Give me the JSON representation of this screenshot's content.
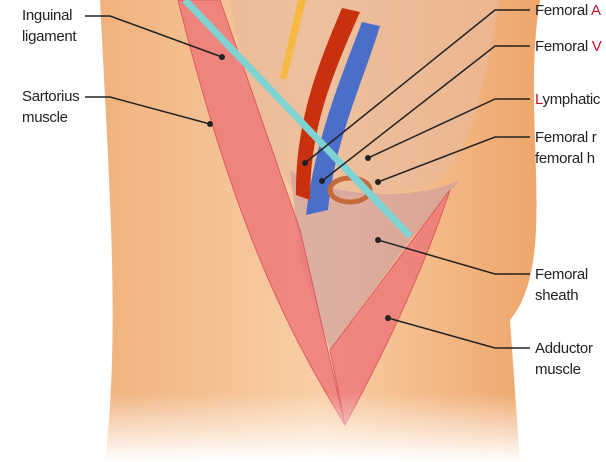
{
  "labels": {
    "inguinal_ligament": [
      "Inguinal",
      "ligament"
    ],
    "sartorius": [
      "Sartorius",
      "muscle"
    ],
    "femoral_artery": {
      "prefix": "Femoral ",
      "initial": "A"
    },
    "femoral_vein": {
      "prefix": "Femoral ",
      "initial": "V"
    },
    "lymphatics": {
      "initial": "L",
      "rest": "ymphatic"
    },
    "femoral_ring": [
      "Femoral r",
      "femoral h"
    ],
    "femoral_sheath": [
      "Femoral",
      "sheath"
    ],
    "adductor": [
      "Adductor",
      "muscle"
    ]
  },
  "colors": {
    "accent": "#c8102e",
    "artery": "#c8300e",
    "vein": "#4a6fc8",
    "ligament": "#7fd3d3",
    "skin": "#f6c69a"
  }
}
